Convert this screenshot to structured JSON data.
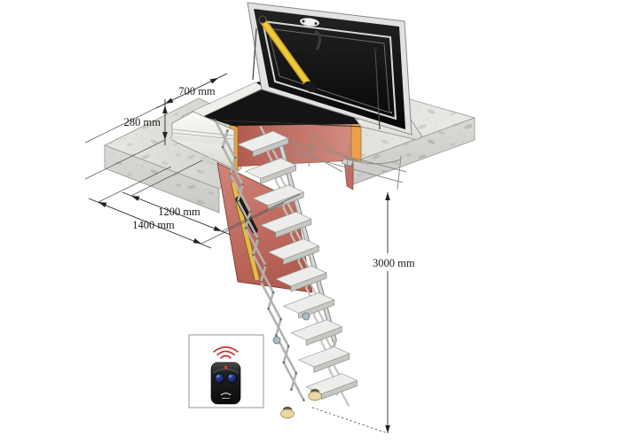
{
  "diagram": {
    "dimensions": {
      "lid_width": {
        "label": "700 mm"
      },
      "curb_height": {
        "label": "280 mm"
      },
      "opening_length": {
        "label": "1200 mm"
      },
      "overall_length": {
        "label": "1400 mm"
      },
      "floor_to_ceiling": {
        "label": "3000 mm"
      }
    },
    "remote_control": {
      "button_count": 2,
      "signal_waves": 3
    },
    "colors": {
      "shaft_red": "#c4685e",
      "edge_red": "#d63a1e",
      "flashing_orange": "#eaa24a",
      "strut_yellow": "#f2c83e",
      "lid_black": "#121212",
      "frame_silver": "#d9d9d9",
      "concrete_gray": "#d8d8d5",
      "speckle_gray": "#b9b9b5",
      "button_blue": "#22316e",
      "signal_red": "#c43030",
      "foot_cream": "#e9d9a5"
    }
  }
}
